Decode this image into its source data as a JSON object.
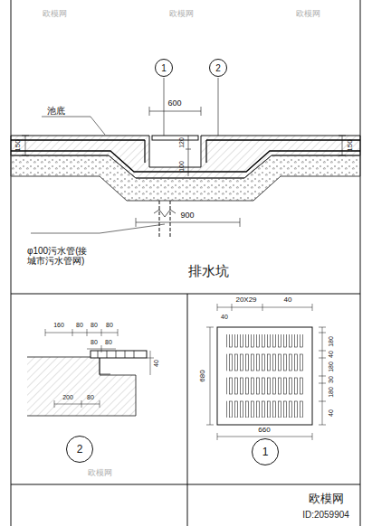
{
  "diagram": {
    "title": "排水坑",
    "nodes": [
      {
        "text": [
          "1"
        ]
      },
      {
        "text": [
          "2"
        ]
      },
      {
        "text": [
          "2"
        ]
      },
      {
        "text": [
          "1"
        ]
      }
    ],
    "labels": [
      "池底",
      "600",
      "150",
      "150",
      "120",
      "100",
      "900",
      "φ100污水管(接城市污水管网)",
      "160",
      "80",
      "80",
      "80",
      "80",
      "80",
      "40",
      "200",
      "80",
      "20X29",
      "40",
      "40",
      "180",
      "40",
      "180",
      "30",
      "180",
      "40",
      "680",
      "660",
      "欧模网",
      "ID:2059904",
      "欧模网",
      "欧模网",
      "欧模网",
      "欧模网"
    ]
  }
}
